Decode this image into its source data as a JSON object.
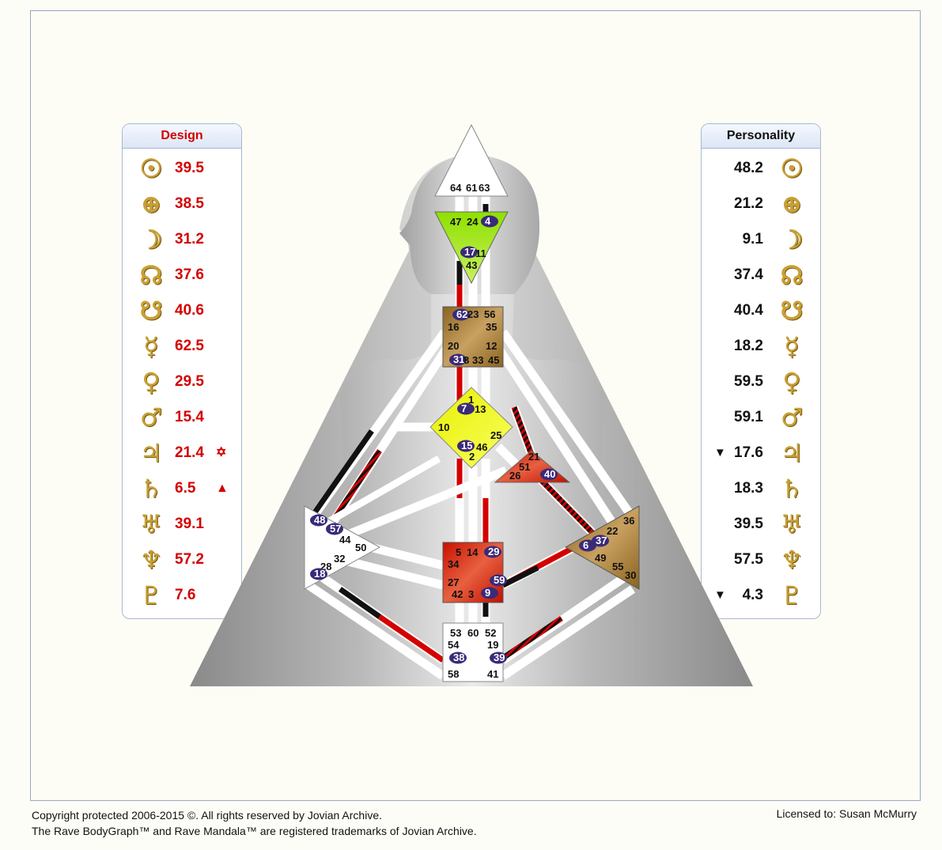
{
  "design": {
    "title": "Design",
    "rows": [
      {
        "icon": "sun-icon",
        "glyph": "☉",
        "value": "39.5",
        "mark": ""
      },
      {
        "icon": "earth-icon",
        "glyph": "⊕",
        "value": "38.5",
        "mark": ""
      },
      {
        "icon": "moon-icon",
        "glyph": "☽",
        "value": "31.2",
        "mark": ""
      },
      {
        "icon": "north-node-icon",
        "glyph": "☊",
        "value": "37.6",
        "mark": ""
      },
      {
        "icon": "south-node-icon",
        "glyph": "☋",
        "value": "40.6",
        "mark": ""
      },
      {
        "icon": "mercury-icon",
        "glyph": "☿",
        "value": "62.5",
        "mark": ""
      },
      {
        "icon": "venus-icon",
        "glyph": "♀",
        "value": "29.5",
        "mark": ""
      },
      {
        "icon": "mars-icon",
        "glyph": "♂",
        "value": "15.4",
        "mark": ""
      },
      {
        "icon": "jupiter-icon",
        "glyph": "♃",
        "value": "21.4",
        "mark": "✡"
      },
      {
        "icon": "saturn-icon",
        "glyph": "♄",
        "value": "6.5",
        "mark": "▲"
      },
      {
        "icon": "uranus-icon",
        "glyph": "♅",
        "value": "39.1",
        "mark": ""
      },
      {
        "icon": "neptune-icon",
        "glyph": "♆",
        "value": "57.2",
        "mark": ""
      },
      {
        "icon": "pluto-icon",
        "glyph": "♇",
        "value": "7.6",
        "mark": ""
      }
    ]
  },
  "personality": {
    "title": "Personality",
    "rows": [
      {
        "icon": "sun-icon",
        "glyph": "☉",
        "value": "48.2",
        "mark": ""
      },
      {
        "icon": "earth-icon",
        "glyph": "⊕",
        "value": "21.2",
        "mark": ""
      },
      {
        "icon": "moon-icon",
        "glyph": "☽",
        "value": "9.1",
        "mark": ""
      },
      {
        "icon": "north-node-icon",
        "glyph": "☊",
        "value": "37.4",
        "mark": ""
      },
      {
        "icon": "south-node-icon",
        "glyph": "☋",
        "value": "40.4",
        "mark": ""
      },
      {
        "icon": "mercury-icon",
        "glyph": "☿",
        "value": "18.2",
        "mark": ""
      },
      {
        "icon": "venus-icon",
        "glyph": "♀",
        "value": "59.5",
        "mark": ""
      },
      {
        "icon": "mars-icon",
        "glyph": "♂",
        "value": "59.1",
        "mark": ""
      },
      {
        "icon": "jupiter-icon",
        "glyph": "♃",
        "value": "17.6",
        "mark": "▼"
      },
      {
        "icon": "saturn-icon",
        "glyph": "♄",
        "value": "18.3",
        "mark": ""
      },
      {
        "icon": "uranus-icon",
        "glyph": "♅",
        "value": "39.5",
        "mark": ""
      },
      {
        "icon": "neptune-icon",
        "glyph": "♆",
        "value": "57.5",
        "mark": ""
      },
      {
        "icon": "pluto-icon",
        "glyph": "♇",
        "value": "4.3",
        "mark": "▼"
      }
    ]
  },
  "centers": {
    "head": [
      "64",
      "61",
      "63"
    ],
    "ajna": [
      "47",
      "24",
      "4",
      "17",
      "11",
      "43"
    ],
    "throat": [
      "62",
      "23",
      "56",
      "16",
      "35",
      "20",
      "12",
      "31",
      "8",
      "33",
      "45"
    ],
    "g": [
      "1",
      "7",
      "13",
      "10",
      "25",
      "15",
      "46",
      "2"
    ],
    "ego": [
      "21",
      "51",
      "26",
      "40"
    ],
    "spleen": [
      "48",
      "57",
      "44",
      "50",
      "32",
      "28",
      "18"
    ],
    "sacral": [
      "5",
      "14",
      "29",
      "34",
      "59",
      "27",
      "42",
      "3",
      "9"
    ],
    "solar_plexus": [
      "36",
      "22",
      "6",
      "37",
      "49",
      "55",
      "30"
    ],
    "root": [
      "53",
      "60",
      "52",
      "54",
      "19",
      "38",
      "39",
      "58",
      "41"
    ]
  },
  "colors": {
    "design": "#d40000",
    "personality": "#111111",
    "gold": "#c8a034",
    "badge": "#3a2a7a"
  },
  "footer": {
    "line1": "Copyright protected 2006-2015 ©. All rights reserved by Jovian Archive.",
    "line2": "The Rave BodyGraph™ and Rave Mandala™ are registered trademarks of Jovian Archive.",
    "licensed": "Licensed to: Susan McMurry"
  }
}
